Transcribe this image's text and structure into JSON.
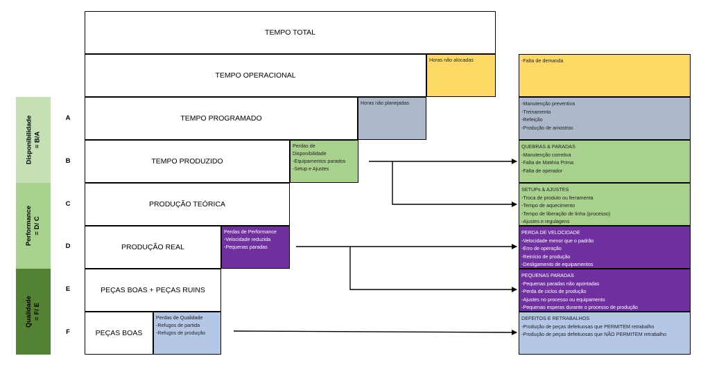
{
  "main_boxes": [
    {
      "key": "tempo_total",
      "label": "TEMPO TOTAL"
    },
    {
      "key": "tempo_operacional",
      "label": "TEMPO OPERACIONAL"
    },
    {
      "key": "tempo_programado",
      "label": "TEMPO PROGRAMADO"
    },
    {
      "key": "tempo_produzido",
      "label": "TEMPO PRODUZIDO"
    },
    {
      "key": "producao_teorica",
      "label": "PRODUÇÃO TEÓRICA"
    },
    {
      "key": "producao_real",
      "label": "PRODUÇÃO REAL"
    },
    {
      "key": "pecas_boas_ruins",
      "label": "PEÇAS BOAS + PEÇAS RUINS"
    },
    {
      "key": "pecas_boas",
      "label": "PEÇAS BOAS"
    }
  ],
  "row_letters": [
    "A",
    "B",
    "C",
    "D",
    "E",
    "F"
  ],
  "loss_boxes": [
    {
      "lines": [
        "Horas não alocadas"
      ],
      "color": "#FFD966"
    },
    {
      "lines": [
        "Horas não planejadas"
      ],
      "color": "#ADB9CA"
    },
    {
      "lines": [
        "Perdas de",
        "Disponibilidade",
        "-Equipamentos parados",
        "-Setup e Ajustes"
      ],
      "color": "#A9D18E"
    },
    {
      "lines": [
        "Perdas de Performance",
        "-Velocidade reduzida",
        "-Pequenas paradas"
      ],
      "color": "#7030A0"
    },
    {
      "lines": [
        "Perdas de Qualidade",
        "-Refugos de partida",
        "-Refugos de produção"
      ],
      "color": "#B4C7E7"
    }
  ],
  "side_boxes": [
    {
      "lines": [
        "-Falta de demanda"
      ],
      "color": "#FFD966"
    },
    {
      "lines": [
        "-Manutenção preventiva",
        "-Treinamento",
        "-Refeição",
        "-Produção de amostras"
      ],
      "color": "#ADB9CA"
    },
    {
      "lines": [
        "QUEBRAS & PARADAS",
        "-Manutenção corretiva",
        "-Falta de Matéria Prima",
        "-Falta de operador"
      ],
      "color": "#A9D18E"
    },
    {
      "lines": [
        "SETUPs & AJUSTES",
        "-Troca de produto ou ferramenta",
        "-Tempo de aquecimento",
        "-Tempo de liberação de linha (processo)",
        "-Ajustes e regulagens"
      ],
      "color": "#A9D18E"
    },
    {
      "lines": [
        "PERDA DE VELOCIDADE",
        "-Velocidade menor que o padrão",
        "-Erro de operação",
        "-Reinício de produção",
        "-Desligamento de equipamentos"
      ],
      "color": "#7030A0"
    },
    {
      "lines": [
        "PEQUENAS PARADAS",
        "-Pequenas paradas não apontadas",
        "-Perda de ciclos de produção",
        "-Ajustes no processo ou equipamento",
        "-Pequenas esperas durante o processo de produção"
      ],
      "color": "#7030A0"
    },
    {
      "lines": [
        "DEFEITOS E RETRABALHOS",
        "-Produção de peças defeituosas que PERMITEM retrabalho",
        "-Produção de peças defeituosas que NÃO PERMITEM retrabalho"
      ],
      "color": "#B4C7E7"
    }
  ],
  "bands": [
    {
      "title": "Disponibilidade",
      "formula": "= B/A",
      "color": "#C5E0B4"
    },
    {
      "title": "Performance",
      "formula": "= D/ C",
      "color": "#A9D18E"
    },
    {
      "title": "Qualidade",
      "formula": "= F/ E",
      "color": "#548235"
    }
  ]
}
